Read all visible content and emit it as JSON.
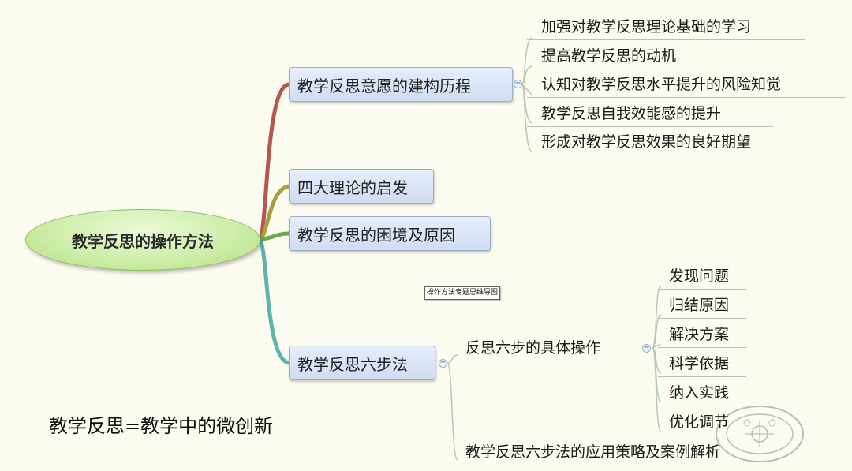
{
  "root": {
    "label": "教学反思的操作方法"
  },
  "branches": [
    {
      "label": "教学反思意愿的建构历程",
      "children": [
        "加强对教学反思理论基础的学习",
        "提高教学反思的动机",
        "认知对教学反思水平提升的风险知觉",
        "教学反思自我效能感的提升",
        "形成对教学反思效果的良好期望"
      ]
    },
    {
      "label": "四大理论的启发"
    },
    {
      "label": "教学反思的困境及原因"
    },
    {
      "label": "教学反思六步法",
      "children": [
        {
          "label": "反思六步的具体操作",
          "children": [
            "发现问题",
            "归结原因",
            "解决方案",
            "科学依据",
            "纳入实践",
            "优化调节"
          ]
        },
        {
          "label": "教学反思六步法的应用策略及案例解析"
        }
      ]
    }
  ],
  "tooltip": "操作方法专题思维导图",
  "caption": "教学反思=教学中的微创新",
  "toggle_symbol": "−",
  "colors": {
    "background": "#fbfbef",
    "root_fill": "#cbeca5",
    "topic_fill": "#d9e4f7",
    "link_red": "#b5564f",
    "link_olive": "#a8a03c",
    "link_green": "#6aa84f",
    "link_teal": "#5fb3a8"
  }
}
